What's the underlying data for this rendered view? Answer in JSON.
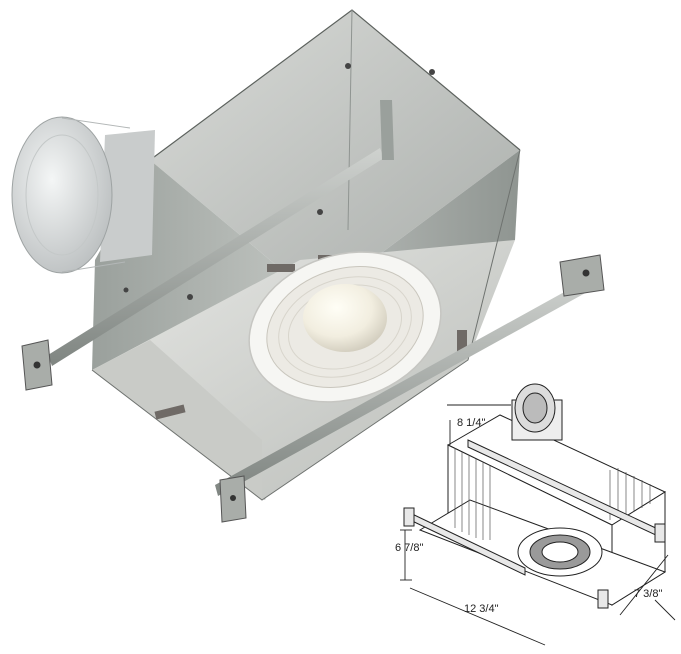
{
  "product": {
    "image_subject": "recessed-bath-fan-light"
  },
  "dimensions": {
    "depth": "8 1/4\"",
    "height": "6 7/8\"",
    "length": "12 3/4\"",
    "width": "7 3/8\""
  }
}
